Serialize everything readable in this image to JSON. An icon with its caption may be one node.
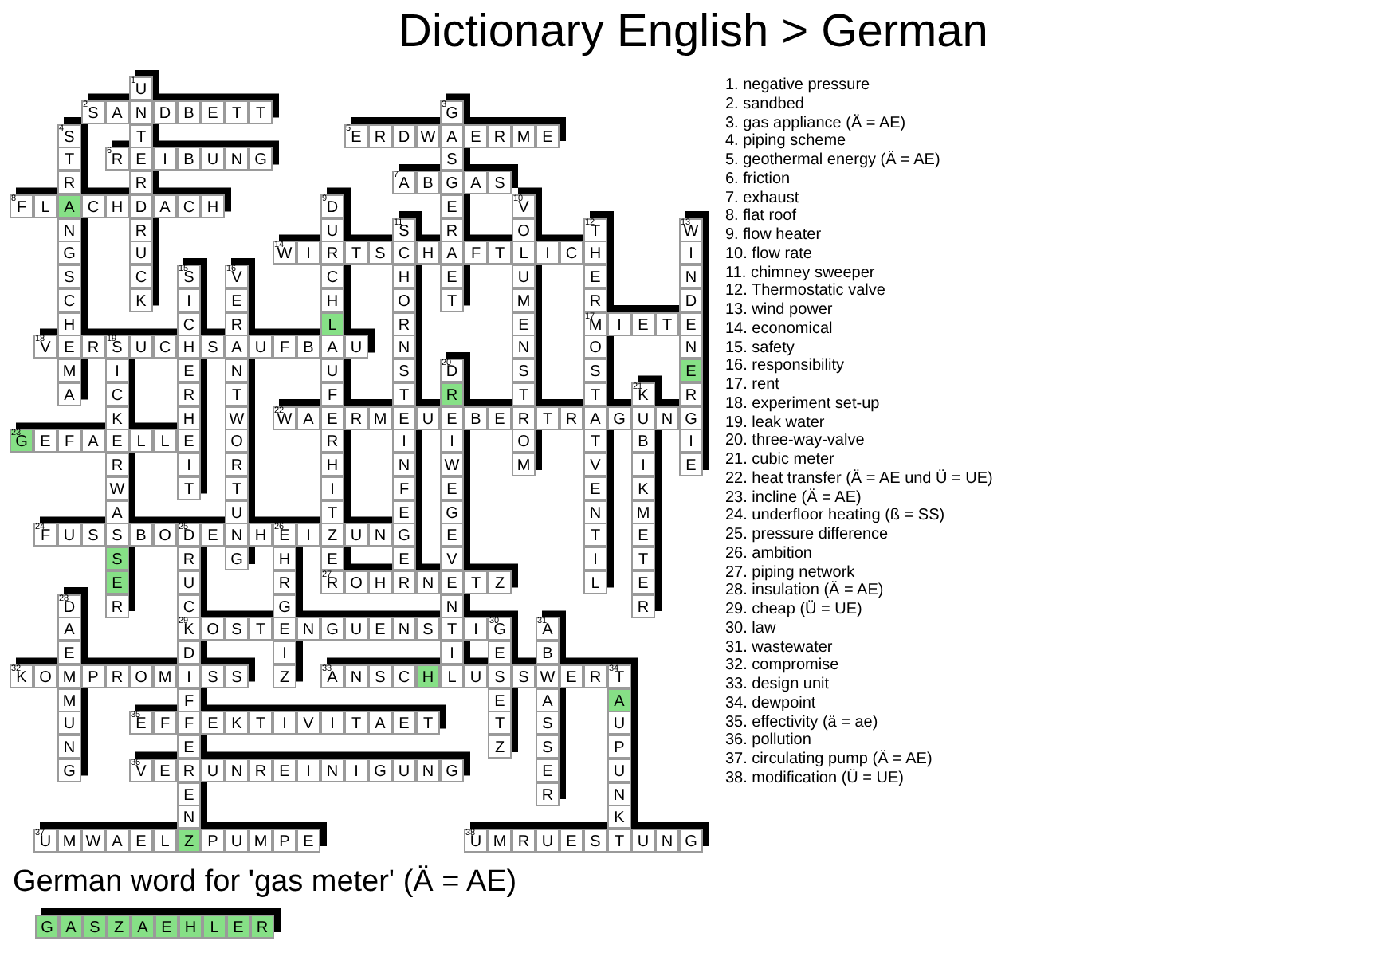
{
  "diagram": {
    "title": "Dictionary English > German",
    "nodes": [
      {
        "text": [
          "1",
          "U"
        ]
      },
      {
        "text": [
          "2",
          "S"
        ]
      },
      {
        "text": [
          "A"
        ]
      },
      {
        "text": [
          "N"
        ]
      },
      {
        "text": [
          "D"
        ]
      },
      {
        "text": [
          "B"
        ]
      },
      {
        "text": [
          "E"
        ]
      },
      {
        "text": [
          "T"
        ]
      },
      {
        "text": [
          "T"
        ]
      },
      {
        "text": [
          "3",
          "G"
        ]
      },
      {
        "text": [
          "4",
          "S"
        ]
      },
      {
        "text": [
          "T"
        ]
      },
      {
        "text": [
          "5",
          "E"
        ]
      },
      {
        "text": [
          "R"
        ]
      },
      {
        "text": [
          "D"
        ]
      },
      {
        "text": [
          "W"
        ]
      },
      {
        "text": [
          "A"
        ]
      },
      {
        "text": [
          "E"
        ]
      },
      {
        "text": [
          "R"
        ]
      },
      {
        "text": [
          "M"
        ]
      },
      {
        "text": [
          "E"
        ]
      },
      {
        "text": [
          "T"
        ]
      },
      {
        "text": [
          "6",
          "R"
        ]
      },
      {
        "text": [
          "E"
        ]
      },
      {
        "text": [
          "I"
        ]
      },
      {
        "text": [
          "B"
        ]
      },
      {
        "text": [
          "U"
        ]
      },
      {
        "text": [
          "N"
        ]
      },
      {
        "text": [
          "G"
        ]
      },
      {
        "text": [
          "S"
        ]
      },
      {
        "text": [
          "R"
        ]
      },
      {
        "text": [
          "R"
        ]
      },
      {
        "text": [
          "7",
          "A"
        ]
      },
      {
        "text": [
          "B"
        ]
      },
      {
        "text": [
          "G"
        ]
      },
      {
        "text": [
          "A"
        ]
      },
      {
        "text": [
          "S"
        ]
      },
      {
        "text": [
          "8",
          "F"
        ]
      },
      {
        "text": [
          "L"
        ]
      },
      {
        "text": [
          "A"
        ]
      },
      {
        "text": [
          "C"
        ]
      },
      {
        "text": [
          "H"
        ]
      },
      {
        "text": [
          "D"
        ]
      },
      {
        "text": [
          "A"
        ]
      },
      {
        "text": [
          "C"
        ]
      },
      {
        "text": [
          "H"
        ]
      },
      {
        "text": [
          "9",
          "D"
        ]
      },
      {
        "text": [
          "E"
        ]
      },
      {
        "text": [
          "10",
          "V"
        ]
      },
      {
        "text": [
          "N"
        ]
      },
      {
        "text": [
          "R"
        ]
      },
      {
        "text": [
          "U"
        ]
      },
      {
        "text": [
          "11",
          "S"
        ]
      },
      {
        "text": [
          "R"
        ]
      },
      {
        "text": [
          "O"
        ]
      },
      {
        "text": [
          "12",
          "T"
        ]
      },
      {
        "text": [
          "13",
          "W"
        ]
      },
      {
        "text": [
          "G"
        ]
      },
      {
        "text": [
          "U"
        ]
      },
      {
        "text": [
          "14",
          "W"
        ]
      },
      {
        "text": [
          "I"
        ]
      },
      {
        "text": [
          "R"
        ]
      },
      {
        "text": [
          "T"
        ]
      },
      {
        "text": [
          "S"
        ]
      },
      {
        "text": [
          "C"
        ]
      },
      {
        "text": [
          "H"
        ]
      },
      {
        "text": [
          "A"
        ]
      },
      {
        "text": [
          "F"
        ]
      },
      {
        "text": [
          "T"
        ]
      },
      {
        "text": [
          "L"
        ]
      },
      {
        "text": [
          "I"
        ]
      },
      {
        "text": [
          "C"
        ]
      },
      {
        "text": [
          "H"
        ]
      },
      {
        "text": [
          "I"
        ]
      },
      {
        "text": [
          "S"
        ]
      },
      {
        "text": [
          "C"
        ]
      },
      {
        "text": [
          "15",
          "S"
        ]
      },
      {
        "text": [
          "16",
          "V"
        ]
      },
      {
        "text": [
          "C"
        ]
      },
      {
        "text": [
          "H"
        ]
      },
      {
        "text": [
          "E"
        ]
      },
      {
        "text": [
          "U"
        ]
      },
      {
        "text": [
          "E"
        ]
      },
      {
        "text": [
          "N"
        ]
      },
      {
        "text": [
          "C"
        ]
      },
      {
        "text": [
          "K"
        ]
      },
      {
        "text": [
          "I"
        ]
      },
      {
        "text": [
          "E"
        ]
      },
      {
        "text": [
          "H"
        ]
      },
      {
        "text": [
          "O"
        ]
      },
      {
        "text": [
          "T"
        ]
      },
      {
        "text": [
          "M"
        ]
      },
      {
        "text": [
          "R"
        ]
      },
      {
        "text": [
          "D"
        ]
      },
      {
        "text": [
          "H"
        ]
      },
      {
        "text": [
          "C"
        ]
      },
      {
        "text": [
          "R"
        ]
      },
      {
        "text": [
          "L"
        ]
      },
      {
        "text": [
          "R"
        ]
      },
      {
        "text": [
          "E"
        ]
      },
      {
        "text": [
          "17",
          "M"
        ]
      },
      {
        "text": [
          "I"
        ]
      },
      {
        "text": [
          "E"
        ]
      },
      {
        "text": [
          "T"
        ]
      },
      {
        "text": [
          "E"
        ]
      },
      {
        "text": [
          "18",
          "V"
        ]
      },
      {
        "text": [
          "E"
        ]
      },
      {
        "text": [
          "R"
        ]
      },
      {
        "text": [
          "19",
          "S"
        ]
      },
      {
        "text": [
          "U"
        ]
      },
      {
        "text": [
          "C"
        ]
      },
      {
        "text": [
          "H"
        ]
      },
      {
        "text": [
          "S"
        ]
      },
      {
        "text": [
          "A"
        ]
      },
      {
        "text": [
          "U"
        ]
      },
      {
        "text": [
          "F"
        ]
      },
      {
        "text": [
          "B"
        ]
      },
      {
        "text": [
          "A"
        ]
      },
      {
        "text": [
          "U"
        ]
      },
      {
        "text": [
          "N"
        ]
      },
      {
        "text": [
          "N"
        ]
      },
      {
        "text": [
          "O"
        ]
      },
      {
        "text": [
          "N"
        ]
      },
      {
        "text": [
          "M"
        ]
      },
      {
        "text": [
          "I"
        ]
      },
      {
        "text": [
          "E"
        ]
      },
      {
        "text": [
          "N"
        ]
      },
      {
        "text": [
          "U"
        ]
      },
      {
        "text": [
          "S"
        ]
      },
      {
        "text": [
          "20",
          "D"
        ]
      },
      {
        "text": [
          "S"
        ]
      },
      {
        "text": [
          "S"
        ]
      },
      {
        "text": [
          "E"
        ]
      },
      {
        "text": [
          "A"
        ]
      },
      {
        "text": [
          "C"
        ]
      },
      {
        "text": [
          "R"
        ]
      },
      {
        "text": [
          "T"
        ]
      },
      {
        "text": [
          "F"
        ]
      },
      {
        "text": [
          "T"
        ]
      },
      {
        "text": [
          "R"
        ]
      },
      {
        "text": [
          "T"
        ]
      },
      {
        "text": [
          "T"
        ]
      },
      {
        "text": [
          "21",
          "K"
        ]
      },
      {
        "text": [
          "R"
        ]
      },
      {
        "text": [
          "K"
        ]
      },
      {
        "text": [
          "H"
        ]
      },
      {
        "text": [
          "W"
        ]
      },
      {
        "text": [
          "22",
          "W"
        ]
      },
      {
        "text": [
          "A"
        ]
      },
      {
        "text": [
          "E"
        ]
      },
      {
        "text": [
          "R"
        ]
      },
      {
        "text": [
          "M"
        ]
      },
      {
        "text": [
          "E"
        ]
      },
      {
        "text": [
          "U"
        ]
      },
      {
        "text": [
          "E"
        ]
      },
      {
        "text": [
          "B"
        ]
      },
      {
        "text": [
          "E"
        ]
      },
      {
        "text": [
          "R"
        ]
      },
      {
        "text": [
          "T"
        ]
      },
      {
        "text": [
          "R"
        ]
      },
      {
        "text": [
          "A"
        ]
      },
      {
        "text": [
          "G"
        ]
      },
      {
        "text": [
          "U"
        ]
      },
      {
        "text": [
          "N"
        ]
      },
      {
        "text": [
          "G"
        ]
      },
      {
        "text": [
          "23",
          "G"
        ]
      },
      {
        "text": [
          "E"
        ]
      },
      {
        "text": [
          "F"
        ]
      },
      {
        "text": [
          "A"
        ]
      },
      {
        "text": [
          "E"
        ]
      },
      {
        "text": [
          "L"
        ]
      },
      {
        "text": [
          "L"
        ]
      },
      {
        "text": [
          "E"
        ]
      },
      {
        "text": [
          "O"
        ]
      },
      {
        "text": [
          "R"
        ]
      },
      {
        "text": [
          "I"
        ]
      },
      {
        "text": [
          "I"
        ]
      },
      {
        "text": [
          "O"
        ]
      },
      {
        "text": [
          "T"
        ]
      },
      {
        "text": [
          "B"
        ]
      },
      {
        "text": [
          "I"
        ]
      },
      {
        "text": [
          "R"
        ]
      },
      {
        "text": [
          "I"
        ]
      },
      {
        "text": [
          "R"
        ]
      },
      {
        "text": [
          "H"
        ]
      },
      {
        "text": [
          "N"
        ]
      },
      {
        "text": [
          "W"
        ]
      },
      {
        "text": [
          "M"
        ]
      },
      {
        "text": [
          "V"
        ]
      },
      {
        "text": [
          "I"
        ]
      },
      {
        "text": [
          "E"
        ]
      },
      {
        "text": [
          "W"
        ]
      },
      {
        "text": [
          "T"
        ]
      },
      {
        "text": [
          "T"
        ]
      },
      {
        "text": [
          "I"
        ]
      },
      {
        "text": [
          "F"
        ]
      },
      {
        "text": [
          "E"
        ]
      },
      {
        "text": [
          "E"
        ]
      },
      {
        "text": [
          "K"
        ]
      },
      {
        "text": [
          "A"
        ]
      },
      {
        "text": [
          "U"
        ]
      },
      {
        "text": [
          "T"
        ]
      },
      {
        "text": [
          "E"
        ]
      },
      {
        "text": [
          "G"
        ]
      },
      {
        "text": [
          "N"
        ]
      },
      {
        "text": [
          "M"
        ]
      },
      {
        "text": [
          "24",
          "F"
        ]
      },
      {
        "text": [
          "U"
        ]
      },
      {
        "text": [
          "S"
        ]
      },
      {
        "text": [
          "S"
        ]
      },
      {
        "text": [
          "B"
        ]
      },
      {
        "text": [
          "O"
        ]
      },
      {
        "text": [
          "25",
          "D"
        ]
      },
      {
        "text": [
          "E"
        ]
      },
      {
        "text": [
          "N"
        ]
      },
      {
        "text": [
          "H"
        ]
      },
      {
        "text": [
          "26",
          "E"
        ]
      },
      {
        "text": [
          "I"
        ]
      },
      {
        "text": [
          "Z"
        ]
      },
      {
        "text": [
          "U"
        ]
      },
      {
        "text": [
          "N"
        ]
      },
      {
        "text": [
          "G"
        ]
      },
      {
        "text": [
          "E"
        ]
      },
      {
        "text": [
          "T"
        ]
      },
      {
        "text": [
          "E"
        ]
      },
      {
        "text": [
          "S"
        ]
      },
      {
        "text": [
          "R"
        ]
      },
      {
        "text": [
          "G"
        ]
      },
      {
        "text": [
          "H"
        ]
      },
      {
        "text": [
          "E"
        ]
      },
      {
        "text": [
          "E"
        ]
      },
      {
        "text": [
          "V"
        ]
      },
      {
        "text": [
          "I"
        ]
      },
      {
        "text": [
          "T"
        ]
      },
      {
        "text": [
          "E"
        ]
      },
      {
        "text": [
          "U"
        ]
      },
      {
        "text": [
          "R"
        ]
      },
      {
        "text": [
          "27",
          "R"
        ]
      },
      {
        "text": [
          "O"
        ]
      },
      {
        "text": [
          "H"
        ]
      },
      {
        "text": [
          "R"
        ]
      },
      {
        "text": [
          "N"
        ]
      },
      {
        "text": [
          "E"
        ]
      },
      {
        "text": [
          "T"
        ]
      },
      {
        "text": [
          "Z"
        ]
      },
      {
        "text": [
          "L"
        ]
      },
      {
        "text": [
          "E"
        ]
      },
      {
        "text": [
          "28",
          "D"
        ]
      },
      {
        "text": [
          "R"
        ]
      },
      {
        "text": [
          "C"
        ]
      },
      {
        "text": [
          "G"
        ]
      },
      {
        "text": [
          "N"
        ]
      },
      {
        "text": [
          "R"
        ]
      },
      {
        "text": [
          "A"
        ]
      },
      {
        "text": [
          "29",
          "K"
        ]
      },
      {
        "text": [
          "O"
        ]
      },
      {
        "text": [
          "S"
        ]
      },
      {
        "text": [
          "T"
        ]
      },
      {
        "text": [
          "E"
        ]
      },
      {
        "text": [
          "N"
        ]
      },
      {
        "text": [
          "G"
        ]
      },
      {
        "text": [
          "U"
        ]
      },
      {
        "text": [
          "E"
        ]
      },
      {
        "text": [
          "N"
        ]
      },
      {
        "text": [
          "S"
        ]
      },
      {
        "text": [
          "T"
        ]
      },
      {
        "text": [
          "I"
        ]
      },
      {
        "text": [
          "30",
          "G"
        ]
      },
      {
        "text": [
          "31",
          "A"
        ]
      },
      {
        "text": [
          "E"
        ]
      },
      {
        "text": [
          "D"
        ]
      },
      {
        "text": [
          "I"
        ]
      },
      {
        "text": [
          "I"
        ]
      },
      {
        "text": [
          "E"
        ]
      },
      {
        "text": [
          "B"
        ]
      },
      {
        "text": [
          "32",
          "K"
        ]
      },
      {
        "text": [
          "O"
        ]
      },
      {
        "text": [
          "M"
        ]
      },
      {
        "text": [
          "P"
        ]
      },
      {
        "text": [
          "R"
        ]
      },
      {
        "text": [
          "O"
        ]
      },
      {
        "text": [
          "M"
        ]
      },
      {
        "text": [
          "I"
        ]
      },
      {
        "text": [
          "S"
        ]
      },
      {
        "text": [
          "S"
        ]
      },
      {
        "text": [
          "Z"
        ]
      },
      {
        "text": [
          "33",
          "A"
        ]
      },
      {
        "text": [
          "N"
        ]
      },
      {
        "text": [
          "S"
        ]
      },
      {
        "text": [
          "C"
        ]
      },
      {
        "text": [
          "H"
        ]
      },
      {
        "text": [
          "L"
        ]
      },
      {
        "text": [
          "U"
        ]
      },
      {
        "text": [
          "S"
        ]
      },
      {
        "text": [
          "S"
        ]
      },
      {
        "text": [
          "W"
        ]
      },
      {
        "text": [
          "E"
        ]
      },
      {
        "text": [
          "R"
        ]
      },
      {
        "text": [
          "34",
          "T"
        ]
      },
      {
        "text": [
          "M"
        ]
      },
      {
        "text": [
          "F"
        ]
      },
      {
        "text": [
          "E"
        ]
      },
      {
        "text": [
          "A"
        ]
      },
      {
        "text": [
          "A"
        ]
      },
      {
        "text": [
          "U"
        ]
      },
      {
        "text": [
          "35",
          "E"
        ]
      },
      {
        "text": [
          "F"
        ]
      },
      {
        "text": [
          "F"
        ]
      },
      {
        "text": [
          "E"
        ]
      },
      {
        "text": [
          "K"
        ]
      },
      {
        "text": [
          "T"
        ]
      },
      {
        "text": [
          "I"
        ]
      },
      {
        "text": [
          "V"
        ]
      },
      {
        "text": [
          "I"
        ]
      },
      {
        "text": [
          "T"
        ]
      },
      {
        "text": [
          "A"
        ]
      },
      {
        "text": [
          "E"
        ]
      },
      {
        "text": [
          "T"
        ]
      },
      {
        "text": [
          "T"
        ]
      },
      {
        "text": [
          "S"
        ]
      },
      {
        "text": [
          "U"
        ]
      },
      {
        "text": [
          "N"
        ]
      },
      {
        "text": [
          "E"
        ]
      },
      {
        "text": [
          "Z"
        ]
      },
      {
        "text": [
          "S"
        ]
      },
      {
        "text": [
          "P"
        ]
      },
      {
        "text": [
          "G"
        ]
      },
      {
        "text": [
          "36",
          "V"
        ]
      },
      {
        "text": [
          "E"
        ]
      },
      {
        "text": [
          "R"
        ]
      },
      {
        "text": [
          "U"
        ]
      },
      {
        "text": [
          "N"
        ]
      },
      {
        "text": [
          "R"
        ]
      },
      {
        "text": [
          "E"
        ]
      },
      {
        "text": [
          "I"
        ]
      },
      {
        "text": [
          "N"
        ]
      },
      {
        "text": [
          "I"
        ]
      },
      {
        "text": [
          "G"
        ]
      },
      {
        "text": [
          "U"
        ]
      },
      {
        "text": [
          "N"
        ]
      },
      {
        "text": [
          "G"
        ]
      },
      {
        "text": [
          "E"
        ]
      },
      {
        "text": [
          "U"
        ]
      },
      {
        "text": [
          "E"
        ]
      },
      {
        "text": [
          "R"
        ]
      },
      {
        "text": [
          "N"
        ]
      },
      {
        "text": [
          "N"
        ]
      },
      {
        "text": [
          "K"
        ]
      },
      {
        "text": [
          "37",
          "U"
        ]
      },
      {
        "text": [
          "M"
        ]
      },
      {
        "text": [
          "W"
        ]
      },
      {
        "text": [
          "A"
        ]
      },
      {
        "text": [
          "E"
        ]
      },
      {
        "text": [
          "L"
        ]
      },
      {
        "text": [
          "Z"
        ]
      },
      {
        "text": [
          "P"
        ]
      },
      {
        "text": [
          "U"
        ]
      },
      {
        "text": [
          "M"
        ]
      },
      {
        "text": [
          "P"
        ]
      },
      {
        "text": [
          "E"
        ]
      },
      {
        "text": [
          "38",
          "U"
        ]
      },
      {
        "text": [
          "M"
        ]
      },
      {
        "text": [
          "R"
        ]
      },
      {
        "text": [
          "U"
        ]
      },
      {
        "text": [
          "E"
        ]
      },
      {
        "text": [
          "S"
        ]
      },
      {
        "text": [
          "T"
        ]
      },
      {
        "text": [
          "U"
        ]
      },
      {
        "text": [
          "N"
        ]
      },
      {
        "text": [
          "G"
        ]
      },
      {
        "text": [
          "G"
        ]
      },
      {
        "text": [
          "A"
        ]
      },
      {
        "text": [
          "S"
        ]
      },
      {
        "text": [
          "Z"
        ]
      },
      {
        "text": [
          "A"
        ]
      },
      {
        "text": [
          "E"
        ]
      },
      {
        "text": [
          "H"
        ]
      },
      {
        "text": [
          "L"
        ]
      },
      {
        "text": [
          "E"
        ]
      },
      {
        "text": [
          "R"
        ]
      }
    ],
    "labels": [
      "1. negative pressure",
      "2. sandbed",
      "3. gas appliance (Ä = AE)",
      "4. piping scheme",
      "5. geothermal energy (Ä = AE)",
      "6. friction",
      "7. exhaust",
      "8. flat roof",
      "9. flow heater",
      "10. flow rate",
      "11. chimney sweeper",
      "12. Thermostatic valve",
      "13. wind power",
      "14. economical",
      "15. safety",
      "16. responsibility",
      "17. rent",
      "18. experiment set-up",
      "19. leak water",
      "20. three-way-valve",
      "21. cubic meter",
      "22. heat transfer (Ä = AE und Ü = UE)",
      "23. incline (Ä = AE)",
      "24. underfloor heating (ß = SS)",
      "25. pressure difference",
      "26. ambition",
      "27. piping network",
      "28. insulation (Ä = AE)",
      "29. cheap (Ü = UE)",
      "30. law",
      "31. wastewater",
      "32. compromise",
      "33. design unit",
      "34. dewpoint",
      "35. effectivity (ä = ae)",
      "36. pollution",
      "37. circulating pump (Ä = AE)",
      "38. modification (Ü = UE)",
      "German word for 'gas meter' (Ä = AE)"
    ]
  }
}
